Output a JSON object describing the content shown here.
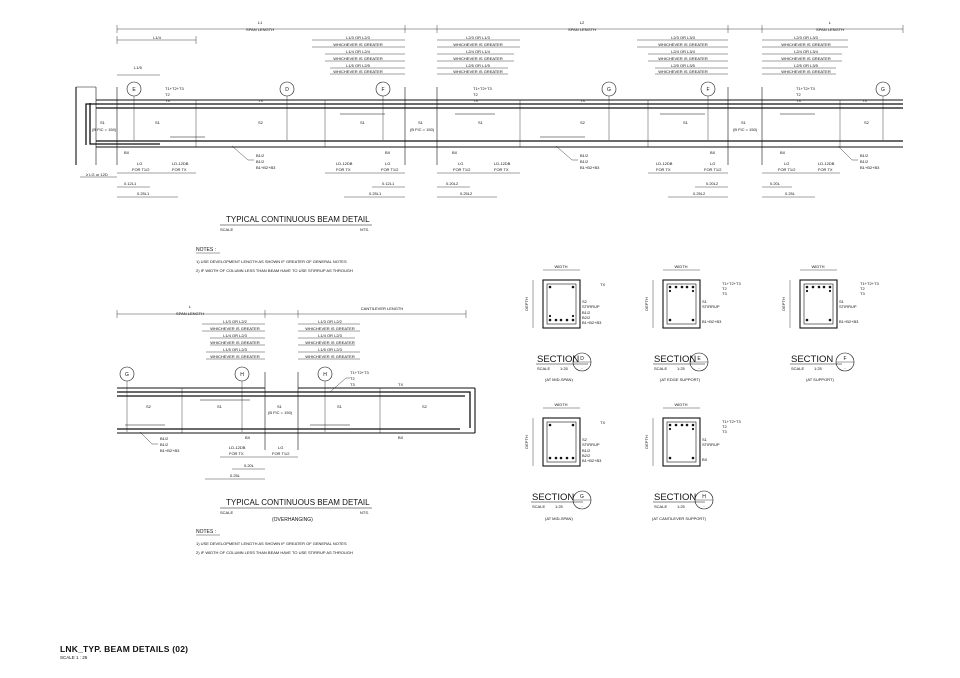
{
  "sheet": {
    "title": "LNK_TYP. BEAM DETAILS (02)",
    "scale": "SCALE 1 : 25"
  },
  "beam1": {
    "span_labels": [
      "L1",
      "L2",
      "L"
    ],
    "span_length": "SPAN LENGTH",
    "dim_labels": [
      "L1/4",
      "L1/3 OR L2/3",
      "L2/3 OR L1/3",
      "L2/3 OR L3/3"
    ],
    "whichever": "WHICHEVER IS GREATER",
    "dim_labels_2": [
      "L1/4 OR L2/4",
      "L2/4 OR L1/4",
      "L2/4 OR L3/4"
    ],
    "dim_labels_3": [
      "L1/5 OR L2/5",
      "L2/5 OR L1/5",
      "L2/5 OR L3/5"
    ],
    "l15": "L1/5",
    "bar_labels": [
      "T1+T2+T3",
      "T2",
      "T3"
    ],
    "tx": "TX",
    "s_labels": [
      "S1",
      "S1",
      "S2",
      "S1",
      "S1",
      "S2",
      "S1",
      "S1",
      "S2"
    ],
    "bfc": "(B FIC = 150)",
    "bx": "BX",
    "b_labels": [
      "B1/2",
      "B1/2",
      "B1+B2+B3"
    ],
    "lg": "LG",
    "ld": "LD-12DB",
    "for_t": "FOR T1/2",
    "for_tx": "FOR TX",
    "geq": "≥ LG or 12D",
    "d_labels": [
      "0.12L1",
      "0.25L1",
      "0.20L2",
      "0.25L2",
      "0.12L1",
      "0.25L1",
      "0.20L2",
      "0.25L2",
      "0.20L",
      "0.25L"
    ],
    "title": "TYPICAL CONTINUOUS BEAM DETAIL",
    "scale_word": "SCALE",
    "nts": "NTS.",
    "sections": [
      "E",
      "D",
      "F",
      "G",
      "F",
      "G"
    ]
  },
  "notes": {
    "heading": "NOTES :",
    "items": [
      "1)   USE DEVELOPMENT LENGTH AS SHOWN IF GREATER OF GENERAL NOTES",
      "2)   IF WIDTH OF COLUMN LESS THAN BEAM HAVE TO USE STIRRUP AS THROUGH"
    ]
  },
  "beam2": {
    "span_l": "L",
    "span_length": "SPAN LENGTH",
    "cant": "CANTILEVER LENGTH",
    "dims_left": [
      "L1/3 OR L2/2",
      "WHICHEVER IS GREATER",
      "L1/4 OR L2/3",
      "WHICHEVER IS GREATER",
      "L1/5 OR L2/3",
      "WHICHEVER IS GREATER"
    ],
    "dims_right": [
      "L1/3 OR L2/2",
      "WHICHEVER IS GREATER",
      "L1/4 OR L2/3",
      "WHICHEVER IS GREATER",
      "L1/5 OR L2/3",
      "WHICHEVER IS GREATER"
    ],
    "sections": [
      "G",
      "H",
      "H"
    ],
    "bar_labels": [
      "T1+T2+T3",
      "T2",
      "T3"
    ],
    "tx": "TX",
    "s_labels": [
      "S2",
      "S1",
      "S1",
      "S1",
      "S2"
    ],
    "bfc": "(B FIC = 150)",
    "bx": "BX",
    "b_labels": [
      "B1/2",
      "B1/2",
      "B1+B2+B3"
    ],
    "lg": "LG",
    "ld": "LD-12DB",
    "for_t": "FOR T1/2",
    "for_tx": "FOR TX",
    "d_labels": [
      "0.20L",
      "0.25L"
    ],
    "title": "TYPICAL CONTINUOUS BEAM DETAIL",
    "scale_word": "SCALE",
    "nts": "NTS.",
    "sub": "(OVERHANGING)"
  },
  "sec_common": {
    "width": "WIDTH",
    "depth": "DEPTH",
    "section": "SECTION",
    "scale": "SCALE",
    "ratio": "1:25",
    "dash": "-",
    "tx": "TX",
    "bx": "BX",
    "s_mid": [
      "S2",
      "STIRRUP",
      "B1/2",
      "B2/2",
      "B1+B2+B3"
    ],
    "s_sup": [
      "S1",
      "STIRRUP"
    ],
    "t_top": [
      "T1+T2+T3",
      "T2",
      "T3"
    ],
    "b_sup": "B1+B2+B3"
  },
  "section_list": [
    {
      "letter": "D",
      "desc": "(AT MID-SPAN)"
    },
    {
      "letter": "E",
      "desc": "(AT EDGE SUPPORT)"
    },
    {
      "letter": "F",
      "desc": "(AT SUPPORT)"
    },
    {
      "letter": "G",
      "desc": "(AT MID-SPAN)"
    },
    {
      "letter": "H",
      "desc": "(AT CANTILEVER SUPPORT)"
    }
  ]
}
